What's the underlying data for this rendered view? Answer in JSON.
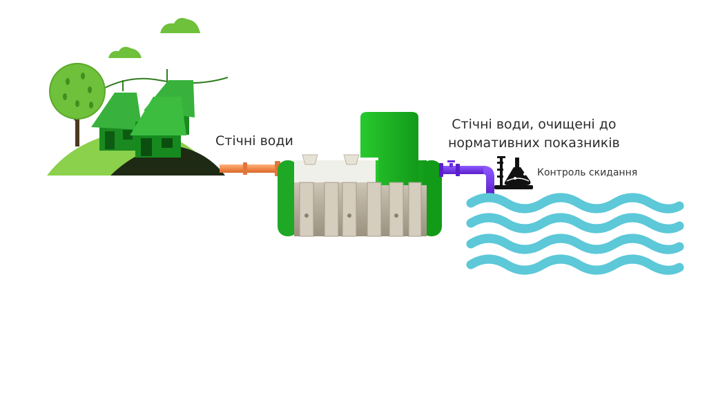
{
  "labels": {
    "inflow": "Стічні води",
    "outflow_line1": "Стічні води, очищені до",
    "outflow_line2": "нормативних показників",
    "discharge_control": "Контроль скидання"
  },
  "colors": {
    "green_dark": "#159a1c",
    "green_main": "#22c32a",
    "green_light": "#8bd14c",
    "hill_dark": "#1e2a14",
    "inflow_pipe": "#f28a4c",
    "outflow_pipe": "#6b2be0",
    "water": "#5cc8d8",
    "tank_beige": "#bdb4a3",
    "tank_white": "#f0f0ea"
  },
  "icons": [
    "cloud-icon",
    "tree-icon",
    "house-icon",
    "flask-icon",
    "microscope-icon",
    "valve-icon"
  ]
}
